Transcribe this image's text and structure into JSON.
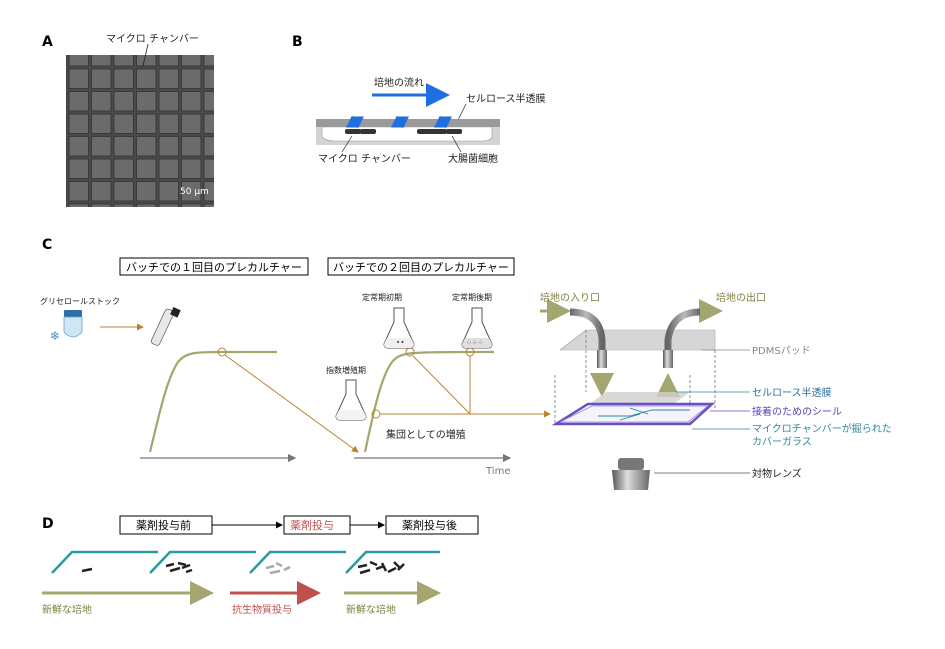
{
  "panel_a": {
    "letter": "A",
    "label": "マイクロ チャンバー",
    "scale": "50 μm"
  },
  "panel_b": {
    "letter": "B",
    "flow": "培地の流れ",
    "membrane": "セルロース半透膜",
    "chamber": "マイクロ チャンバー",
    "ecoli": "大腸菌細胞"
  },
  "panel_c": {
    "letter": "C",
    "batch1": "バッチでの１回目のプレカルチャー",
    "batch2": "バッチでの２回目のプレカルチャー",
    "glycerol": "グリセロールストック",
    "stat_early": "定常期初期",
    "stat_late": "定常期後期",
    "exp": "指数増殖期",
    "population": "集団としての増殖",
    "time": "Time",
    "inlet": "培地の入り口",
    "outlet": "培地の出口",
    "pdms": "PDMSパッド",
    "membrane": "セルロース半透膜",
    "seal": "接着のためのシール",
    "cover_line1": "マイクロチャンバーが掘られた",
    "cover_line2": "カバーガラス",
    "objective": "対物レンズ"
  },
  "panel_d": {
    "letter": "D",
    "before": "薬剤投与前",
    "during": "薬剤投与",
    "after": "薬剤投与後",
    "fresh1": "新鮮な培地",
    "antibiotic": "抗生物質投与",
    "fresh2": "新鮮な培地"
  },
  "colors": {
    "olive": "#a3a66e",
    "brown": "#b8862e",
    "blue_flow": "#1f6fe0",
    "purple": "#6a4fc2",
    "teal": "#2a8a9a",
    "red": "#c0504d",
    "grey_line": "#777777"
  }
}
